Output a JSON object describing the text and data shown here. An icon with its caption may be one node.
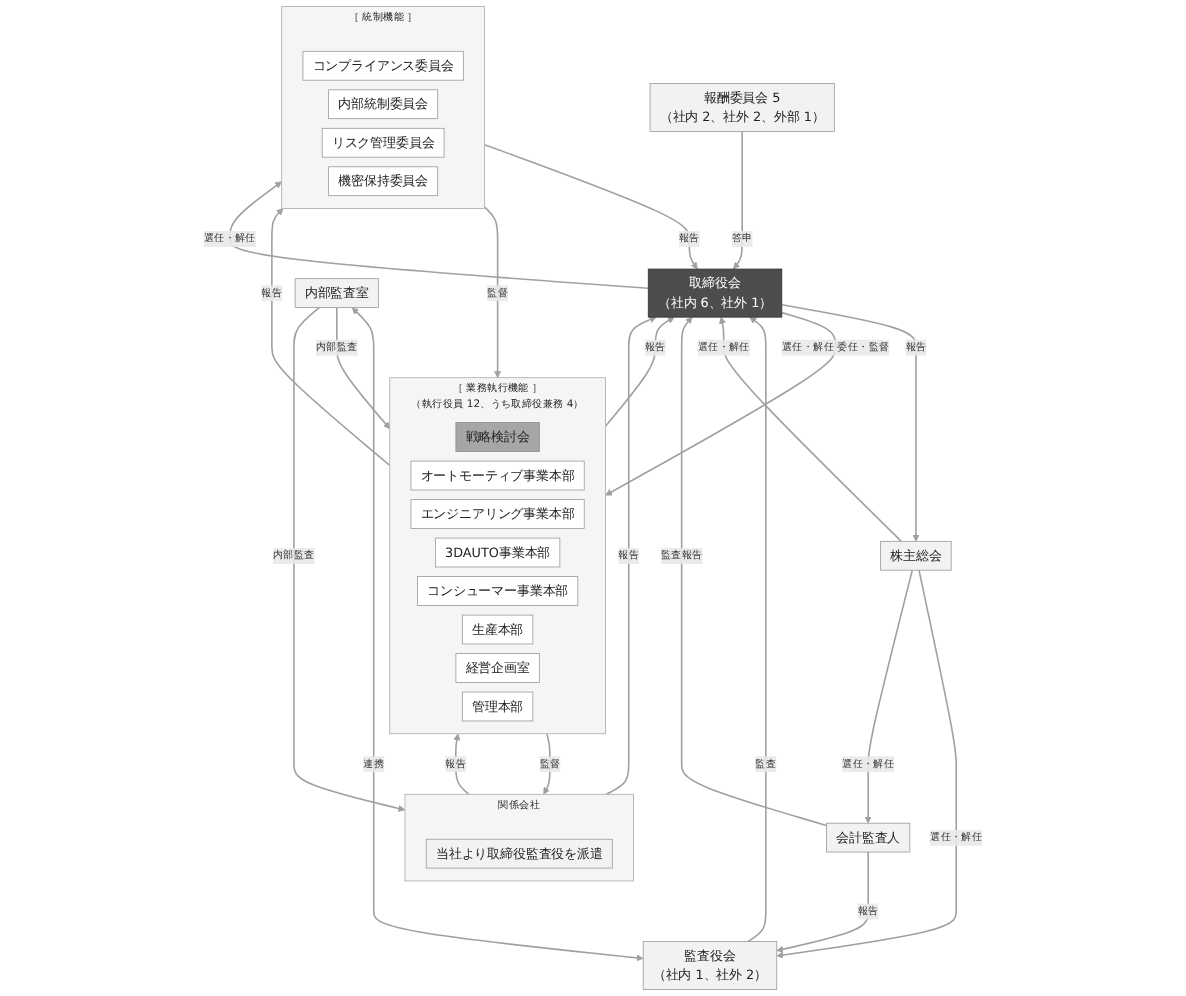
{
  "diagram": {
    "nodes": [
      {
        "text": [
          "株主総会"
        ]
      },
      {
        "text": [
          "監査役会",
          "（社内 1、社外 2）"
        ]
      },
      {
        "text": [
          "取締役会",
          "（社内 6、社外 1）"
        ]
      },
      {
        "text": [
          "会計監査人"
        ]
      },
      {
        "text": [
          "報酬委員会 5",
          "（社内 2、社外 2、外部 1）"
        ]
      },
      {
        "text": [
          "内部監査室"
        ]
      },
      {
        "text": [
          "関係会社"
        ]
      },
      {
        "text": [
          "当社より取締役監査役を派遣"
        ],
        "in": 6
      },
      {
        "text": [
          "［ 業務執行機能 ］",
          "（執行役員 12、うち取締役兼務 4）"
        ]
      },
      {
        "text": [
          "戦略検討会"
        ],
        "in": 8
      },
      {
        "text": [
          "オートモーティブ事業本部"
        ],
        "in": 8
      },
      {
        "text": [
          "エンジニアリング事業本部"
        ],
        "in": 8
      },
      {
        "text": [
          "3DAUTO事業本部"
        ],
        "in": 8
      },
      {
        "text": [
          "コンシューマー事業本部"
        ],
        "in": 8
      },
      {
        "text": [
          "生産本部"
        ],
        "in": 8
      },
      {
        "text": [
          "経営企画室"
        ],
        "in": 8
      },
      {
        "text": [
          "管理本部"
        ],
        "in": 8
      },
      {
        "text": [
          "［ 統制機能 ］"
        ]
      },
      {
        "text": [
          "コンプライアンス委員会"
        ],
        "in": 17
      },
      {
        "text": [
          "内部統制委員会"
        ],
        "in": 17
      },
      {
        "text": [
          "リスク管理委員会"
        ],
        "in": 17
      },
      {
        "text": [
          "機密保持委員会"
        ],
        "in": 17
      }
    ],
    "edges": [
      {
        "from": 0,
        "to": 1,
        "arrow": "to",
        "label": "選任・解任"
      },
      {
        "from": 0,
        "to": 2,
        "arrow": "to",
        "label": "選任・解任"
      },
      {
        "from": 2,
        "to": 0,
        "arrow": "to",
        "label": "報告"
      },
      {
        "from": 0,
        "to": 3,
        "arrow": "to",
        "label": "選任・解任"
      },
      {
        "from": 3,
        "to": 1,
        "arrow": "to",
        "label": "報告"
      },
      {
        "from": 3,
        "to": 2,
        "arrow": "to",
        "label": "監査報告"
      },
      {
        "from": 1,
        "to": 2,
        "arrow": "to",
        "label": "監査"
      },
      {
        "from": 4,
        "to": 2,
        "arrow": "to",
        "label": "答申"
      },
      {
        "from": 5,
        "to": 1,
        "arrow": "both",
        "label": "連携"
      },
      {
        "from": 5,
        "to": 8,
        "arrow": "to",
        "label": "内部監査"
      },
      {
        "from": 5,
        "to": 6,
        "arrow": "to",
        "label": "内部監査"
      },
      {
        "from": 6,
        "to": 2,
        "arrow": "to",
        "label": "報告"
      },
      {
        "from": 8,
        "to": 2,
        "arrow": "to",
        "label": "報告"
      },
      {
        "from": 2,
        "to": 8,
        "arrow": "to",
        "label": "選任・解任 委任・監督"
      },
      {
        "from": 17,
        "to": 2,
        "arrow": "to",
        "label": "報告"
      },
      {
        "from": 2,
        "to": 17,
        "arrow": "to",
        "label": "選任・解任"
      },
      {
        "from": 6,
        "to": 8,
        "arrow": "to",
        "label": "報告"
      },
      {
        "from": 8,
        "to": 6,
        "arrow": "to",
        "label": "監督"
      },
      {
        "from": 8,
        "to": 17,
        "arrow": "to",
        "label": "報告"
      },
      {
        "from": 17,
        "to": 8,
        "arrow": "to",
        "label": "監督"
      }
    ]
  }
}
